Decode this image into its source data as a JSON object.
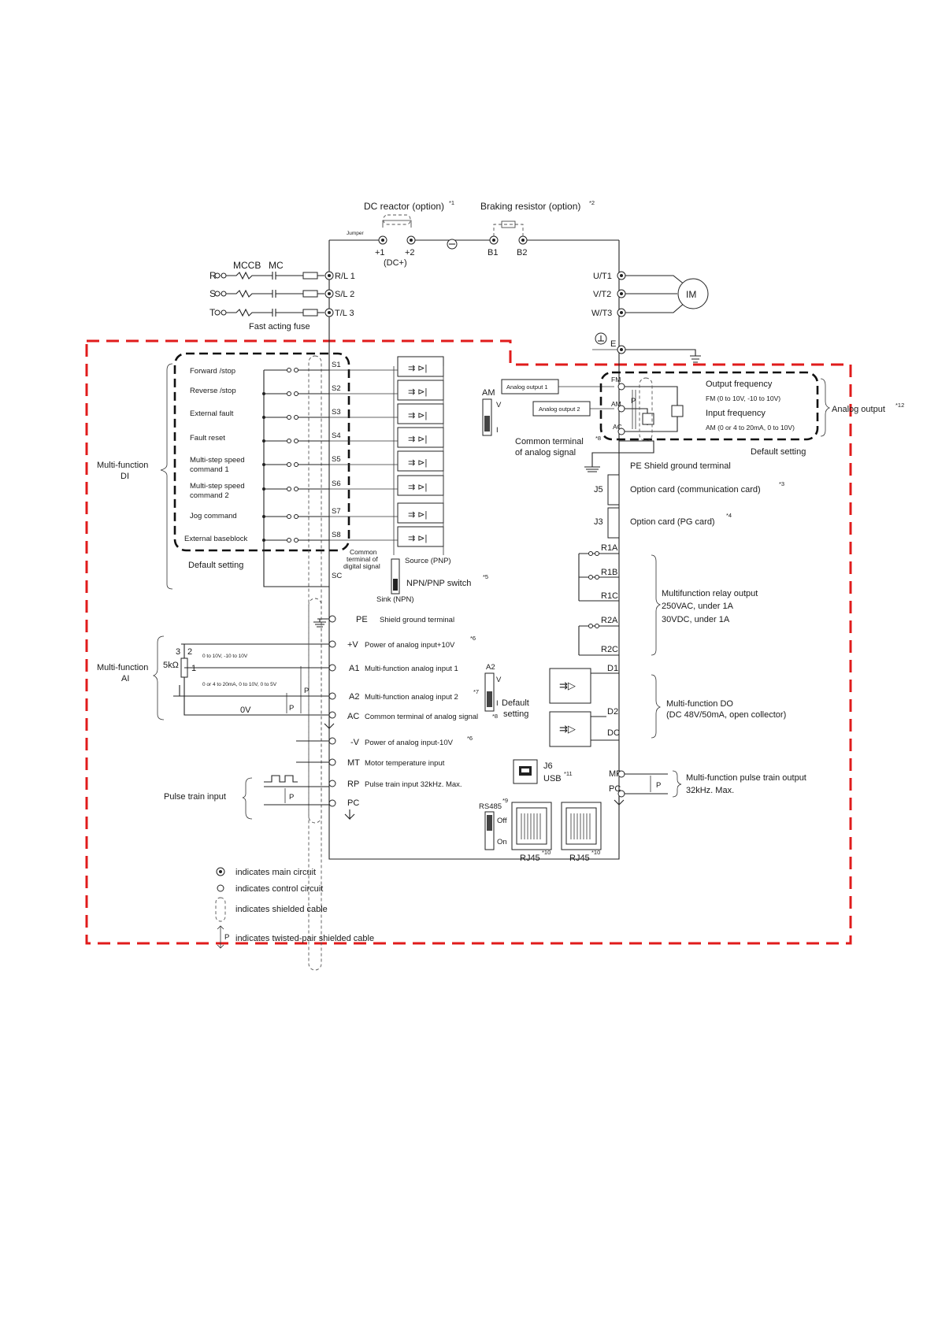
{
  "top": {
    "dc_reactor": "DC reactor (option)",
    "dc_reactor_note": "*1",
    "braking_resistor": "Braking resistor (option)",
    "braking_resistor_note": "*2",
    "jumper": "Jumper",
    "plus1": "+1",
    "plus2": "+2",
    "dcplus": "(DC+)",
    "b1": "B1",
    "b2": "B2"
  },
  "power": {
    "mccb": "MCCB",
    "mc": "MC",
    "phase_r": "R",
    "phase_s": "S",
    "phase_t": "T",
    "rl1": "R/L 1",
    "sl2": "S/L 2",
    "tl3": "T/L 3",
    "fuse": "Fast acting fuse",
    "ut1": "U/T1",
    "vt2": "V/T2",
    "wt3": "W/T3",
    "motor": "IM",
    "e": "E"
  },
  "di": {
    "group_label_1": "Multi-function",
    "group_label_2": "DI",
    "inputs": [
      {
        "label": "Forward /stop",
        "terminal": "S1"
      },
      {
        "label": "Reverse /stop",
        "terminal": "S2"
      },
      {
        "label": "External fault",
        "terminal": "S3"
      },
      {
        "label": "Fault reset",
        "terminal": "S4"
      },
      {
        "label": "Multi-step speed",
        "label2": "command 1",
        "terminal": "S5"
      },
      {
        "label": "Multi-step speed",
        "label2": "command 2",
        "terminal": "S6"
      },
      {
        "label": "Jog command",
        "terminal": "S7"
      },
      {
        "label": "External baseblock",
        "terminal": "S8"
      }
    ],
    "default_setting": "Default setting",
    "sc": "SC",
    "common_1": "Common",
    "common_2": "terminal of",
    "common_3": "digital signal",
    "source": "Source (PNP)",
    "switch": "NPN/PNP switch",
    "switch_note": "*5",
    "sink": "Sink (NPN)"
  },
  "analog_out": {
    "am": "AM",
    "v": "V",
    "i": "I",
    "ao1": "Analog output 1",
    "ao2": "Analog output 2",
    "fm": "FM",
    "am2": "AM",
    "ac": "AC",
    "p": "P",
    "common_1": "Common terminal",
    "common_2": "of analog signal",
    "note8": "*8",
    "out_freq": "Output frequency",
    "fm_range": "FM (0 to 10V, -10 to 10V)",
    "in_freq": "Input frequency",
    "am_range": "AM (0 or 4 to 20mA, 0 to 10V)",
    "analog_output": "Analog output",
    "note12": "*12",
    "default_setting": "Default setting"
  },
  "right": {
    "pe_shield": "PE Shield ground terminal",
    "j5": "J5",
    "j5_desc": "Option card (communication card)",
    "j5_note": "*3",
    "j3": "J3",
    "j3_desc": "Option card (PG card)",
    "j3_note": "*4",
    "r1a": "R1A",
    "r1b": "R1B",
    "r1c": "R1C",
    "r2a": "R2A",
    "r2c": "R2C",
    "relay_1": "Multifunction relay output",
    "relay_2": "250VAC, under 1A",
    "relay_3": "30VDC, under 1A",
    "d1": "D1",
    "d2": "D2",
    "dc": "DC",
    "do_1": "Multi-function DO",
    "do_2": "(DC 48V/50mA, open collector)",
    "mp": "MP",
    "pc": "PC",
    "pulse_out_1": "Multi-function pulse train output",
    "pulse_out_2": "32kHz. Max."
  },
  "ai": {
    "group_label_1": "Multi-function",
    "group_label_2": "AI",
    "pot": "5kΩ",
    "p3": "3",
    "p2": "2",
    "p1": "1",
    "range1": "0 to 10V, -10 to 10V",
    "range2": "0 or 4 to 20mA, 0 to 10V, 0 to 5V",
    "zero_v": "0V",
    "pe": "PE",
    "pe_desc": "Shield ground terminal",
    "plusv": "+V",
    "plusv_desc": "Power of analog input+10V",
    "note6": "*6",
    "a1": "A1",
    "a1_desc": "Multi-function analog input 1",
    "a2": "A2",
    "a2_desc": "Multi-function analog input 2",
    "note7": "*7",
    "ac": "AC",
    "ac_desc": "Common terminal of analog signal",
    "minusv": "-V",
    "minusv_desc": "Power of analog input-10V",
    "note6b": "*6",
    "mt": "MT",
    "mt_desc": "Motor temperature input",
    "rp": "RP",
    "rp_desc": "Pulse train input 32kHz. Max.",
    "pc": "PC",
    "pulse_in": "Pulse train input",
    "a2_sw": "A2",
    "sw_v": "V",
    "sw_i": "I",
    "default_1": "Default",
    "default_2": "setting",
    "note8": "*8",
    "p": "P"
  },
  "comm": {
    "j6": "J6",
    "usb": "USB",
    "note11": "*11",
    "rs485": "RS485",
    "note9": "*9",
    "off": "Off",
    "on": "On",
    "rj45": "RJ45",
    "note10": "*10"
  },
  "legend": {
    "main": "indicates main circuit",
    "control": "indicates control circuit",
    "shielded": "indicates shielded cable",
    "twisted": "indicates twisted-pair shielded cable",
    "p": "P"
  },
  "colors": {
    "red_boundary": "#e01b1b",
    "line": "#222222"
  }
}
